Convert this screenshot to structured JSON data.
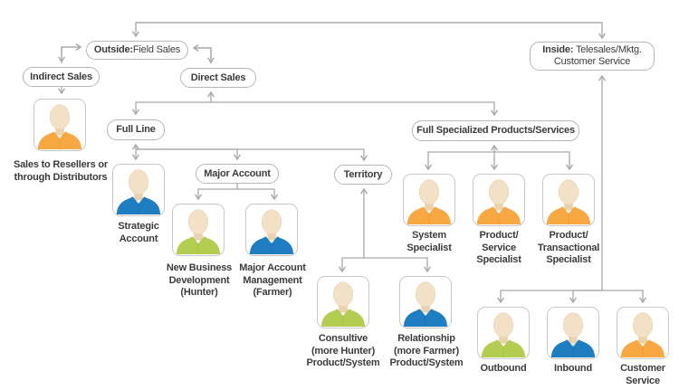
{
  "diagram": {
    "pills": {
      "outside": {
        "bold": "Outside:",
        "rest": " Field Sales"
      },
      "inside": {
        "bold": "Inside:",
        "rest": " Telesales/Mktg.\nCustomer Service"
      },
      "indirect": {
        "label": "Indirect Sales"
      },
      "direct": {
        "label": "Direct Sales"
      },
      "full_line": {
        "label": "Full Line"
      },
      "full_specialized": {
        "label": "Full Specialized Products/Services"
      },
      "major_account": {
        "label": "Major Account"
      },
      "territory": {
        "label": "Territory"
      }
    },
    "people": [
      {
        "role": "sales-to-resellers",
        "shirt": "orange",
        "label": "Sales to Resellers or\nthrough Distributors"
      },
      {
        "role": "strategic-account",
        "shirt": "blue",
        "label": "Strategic\nAccount"
      },
      {
        "role": "new-business-development",
        "shirt": "green",
        "label": "New Business\nDevelopment\n(Hunter)"
      },
      {
        "role": "major-account-management",
        "shirt": "blue",
        "label": "Major Account\nManagement\n(Farmer)"
      },
      {
        "role": "consultive",
        "shirt": "green",
        "label": "Consultive\n(more Hunter)\nProduct/System"
      },
      {
        "role": "relationship",
        "shirt": "blue",
        "label": "Relationship\n(more Farmer)\nProduct/System"
      },
      {
        "role": "system-specialist",
        "shirt": "orange",
        "label": "System\nSpecialist"
      },
      {
        "role": "product-service-specialist",
        "shirt": "orange",
        "label": "Product/\nService\nSpecialist"
      },
      {
        "role": "product-transactional-specialist",
        "shirt": "orange",
        "label": "Product/\nTransactional\nSpecialist"
      },
      {
        "role": "outbound",
        "shirt": "green",
        "label": "Outbound"
      },
      {
        "role": "inbound",
        "shirt": "blue",
        "label": "Inbound"
      },
      {
        "role": "customer-service",
        "shirt": "orange",
        "label": "Customer\nService"
      }
    ],
    "colors": {
      "orange": {
        "fill": "#F8A843",
        "dark": "#E0892B"
      },
      "green": {
        "fill": "#B3CC52",
        "dark": "#93AF30"
      },
      "blue": {
        "fill": "#1F7EC2",
        "dark": "#15639B"
      },
      "skin": "#F3E1C7",
      "skin_shadow": "#EAD2AE",
      "line": "#A9A9A9",
      "card_border": "#C9C9C9",
      "text": "#3C3C3C"
    }
  }
}
